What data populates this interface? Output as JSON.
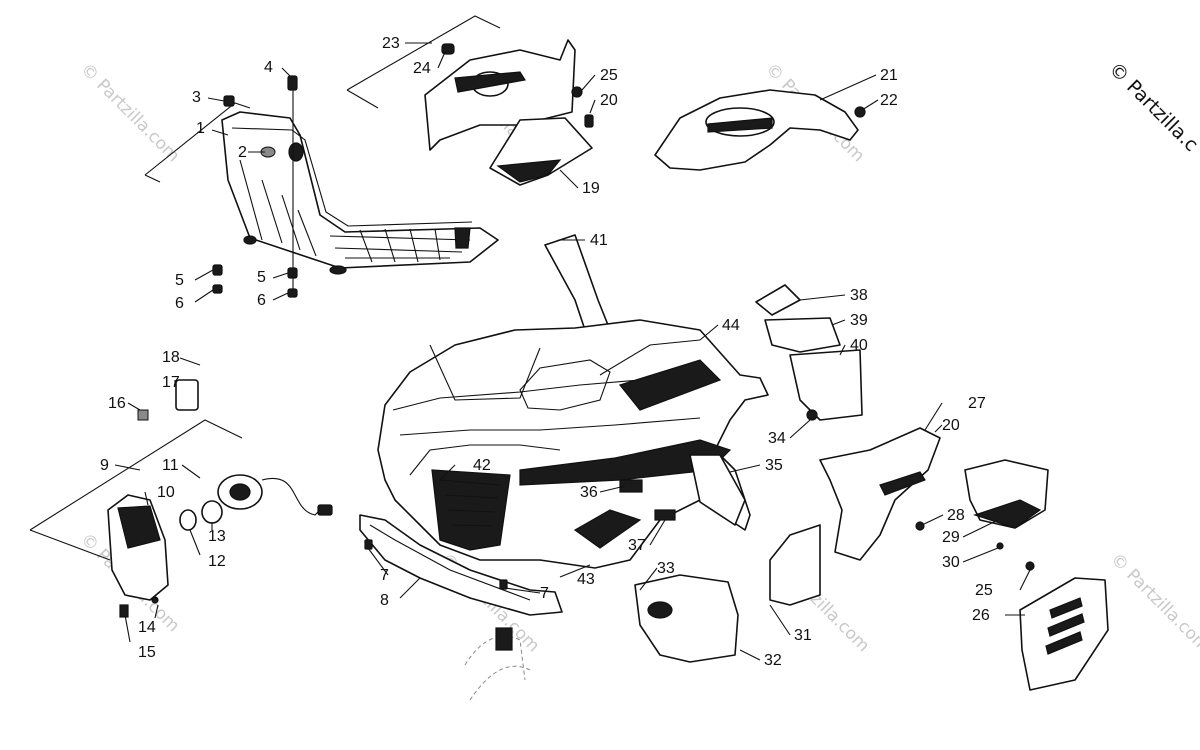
{
  "watermark": {
    "corner_text": "© Partzilla.c",
    "repeat_text": "© Partzilla.com"
  },
  "callouts": [
    "1",
    "2",
    "3",
    "4",
    "5",
    "5",
    "6",
    "6",
    "7",
    "7",
    "8",
    "9",
    "10",
    "11",
    "12",
    "13",
    "14",
    "15",
    "16",
    "17",
    "18",
    "19",
    "20",
    "20",
    "21",
    "22",
    "23",
    "24",
    "25",
    "25",
    "26",
    "27",
    "28",
    "29",
    "30",
    "31",
    "32",
    "33",
    "34",
    "35",
    "36",
    "37",
    "38",
    "39",
    "40",
    "41",
    "42",
    "43",
    "44"
  ]
}
